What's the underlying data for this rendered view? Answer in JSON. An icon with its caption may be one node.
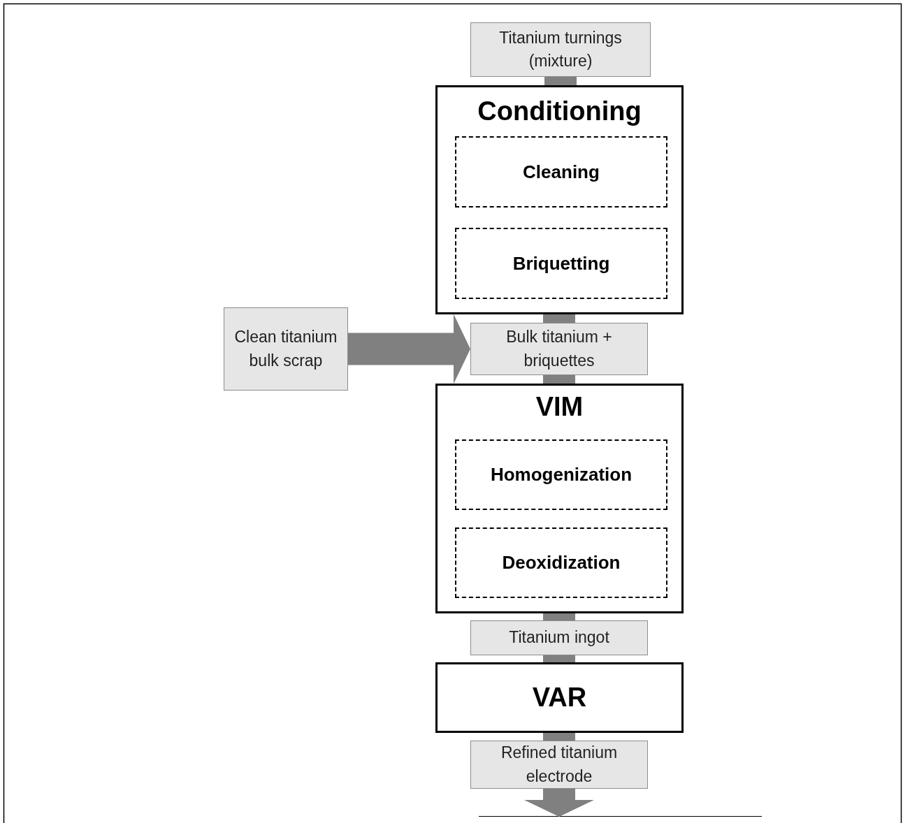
{
  "diagram": {
    "nodes": [
      {
        "text": [
          "Titanium turnings (mixture)"
        ]
      },
      {
        "text": [
          "Conditioning"
        ]
      },
      {
        "text": [
          "Cleaning"
        ],
        "in": 1
      },
      {
        "text": [
          "Briquetting"
        ],
        "in": 1
      },
      {
        "text": [
          "Clean titanium bulk scrap"
        ]
      },
      {
        "text": [
          "Bulk titanium + briquettes"
        ]
      },
      {
        "text": [
          "VIM"
        ]
      },
      {
        "text": [
          "Homogenization"
        ],
        "in": 6
      },
      {
        "text": [
          "Deoxidization"
        ],
        "in": 6
      },
      {
        "text": [
          "Titanium ingot"
        ]
      },
      {
        "text": [
          "VAR"
        ]
      },
      {
        "text": [
          "Refined titanium electrode"
        ]
      }
    ],
    "edges": [
      {
        "from": 0,
        "to": 1,
        "arrow": "none",
        "style": "thick"
      },
      {
        "from": 1,
        "to": 5,
        "arrow": "none",
        "style": "thick"
      },
      {
        "from": 4,
        "to": 5,
        "arrow": "to",
        "style": "thick"
      },
      {
        "from": 5,
        "to": 6,
        "arrow": "none",
        "style": "thick"
      },
      {
        "from": 6,
        "to": 9,
        "arrow": "none",
        "style": "thick"
      },
      {
        "from": 9,
        "to": 10,
        "arrow": "none",
        "style": "thick"
      },
      {
        "from": 10,
        "to": 11,
        "arrow": "none",
        "style": "thick"
      },
      {
        "from": 11,
        "to": null,
        "arrow": "to",
        "style": "thick"
      }
    ]
  }
}
